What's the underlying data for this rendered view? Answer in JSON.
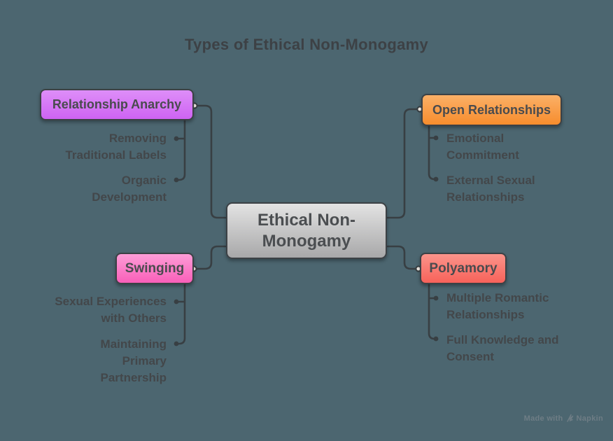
{
  "title": "Types of Ethical Non-Monogamy",
  "colors": {
    "background": "#4c6670",
    "connector": "#383f43",
    "subtopic_text": "#43474a",
    "title_text": "#3d4145",
    "node_border": "#3c4145"
  },
  "center_node": {
    "label": "Ethical Non-Monogamy",
    "color_top": "#e3e3e3",
    "color_bottom": "#a8a8a9"
  },
  "branches": [
    {
      "id": "relationship-anarchy",
      "label": "Relationship Anarchy",
      "color_top": "#de8ef8",
      "color_bottom": "#ce63f3",
      "children": [
        {
          "text": "Removing Traditional Labels",
          "lines": [
            "Removing",
            "Traditional Labels"
          ]
        },
        {
          "text": "Organic Development",
          "lines": [
            "Organic",
            "Development"
          ]
        }
      ]
    },
    {
      "id": "open-relationships",
      "label": "Open Relationships",
      "color_top": "#fbb067",
      "color_bottom": "#f78d2d",
      "children": [
        {
          "text": "Emotional Commitment",
          "lines": [
            "Emotional",
            "Commitment"
          ]
        },
        {
          "text": "External Sexual Relationships",
          "lines": [
            "External Sexual",
            "Relationships"
          ]
        }
      ]
    },
    {
      "id": "swinging",
      "label": "Swinging",
      "color_top": "#fd9dd7",
      "color_bottom": "#f95fb9",
      "children": [
        {
          "text": "Sexual Experiences with Others",
          "lines": [
            "Sexual Experiences",
            "with Others"
          ]
        },
        {
          "text": "Maintaining Primary Partnership",
          "lines": [
            "Maintaining",
            "Primary",
            "Partnership"
          ]
        }
      ]
    },
    {
      "id": "polyamory",
      "label": "Polyamory",
      "color_top": "#fb948b",
      "color_bottom": "#f7625a",
      "children": [
        {
          "text": "Multiple Romantic Relationships",
          "lines": [
            "Multiple Romantic",
            "Relationships"
          ]
        },
        {
          "text": "Full Knowledge and Consent",
          "lines": [
            "Full Knowledge and",
            "Consent"
          ]
        }
      ]
    }
  ],
  "watermark": {
    "prefix": "Made with",
    "brand": "Napkin"
  }
}
